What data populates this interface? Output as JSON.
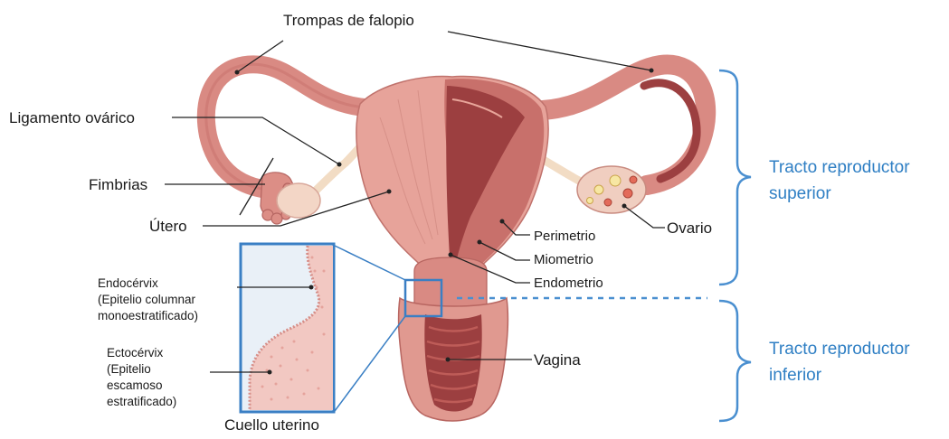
{
  "labels": {
    "trompas": "Trompas de falopio",
    "ligamento": "Ligamento ovárico",
    "fimbrias": "Fimbrias",
    "utero": "Útero",
    "ovario": "Ovario",
    "perimetrio": "Perimetrio",
    "miometrio": "Miometrio",
    "endometrio": "Endometrio",
    "vagina": "Vagina",
    "cuello": "Cuello uterino",
    "endocervix": [
      "Endocérvix",
      "(Epitelio columnar",
      "monoestratificado)"
    ],
    "ectocervix": [
      "Ectocérvix",
      "(Epitelio",
      "escamoso",
      "estratificado)"
    ]
  },
  "brackets": {
    "superior": [
      "Tracto reproductor",
      "superior"
    ],
    "inferior": [
      "Tracto reproductor",
      "inferior"
    ]
  },
  "colors": {
    "tissue": "#e7a39a",
    "tissue_dark": "#b85a57",
    "tissue_deep": "#9c3f40",
    "ligament": "#f2dcc4",
    "bracket_blue": "#4a8fd0",
    "inset_bg": "#e9f0f7",
    "leader": "#222222"
  }
}
